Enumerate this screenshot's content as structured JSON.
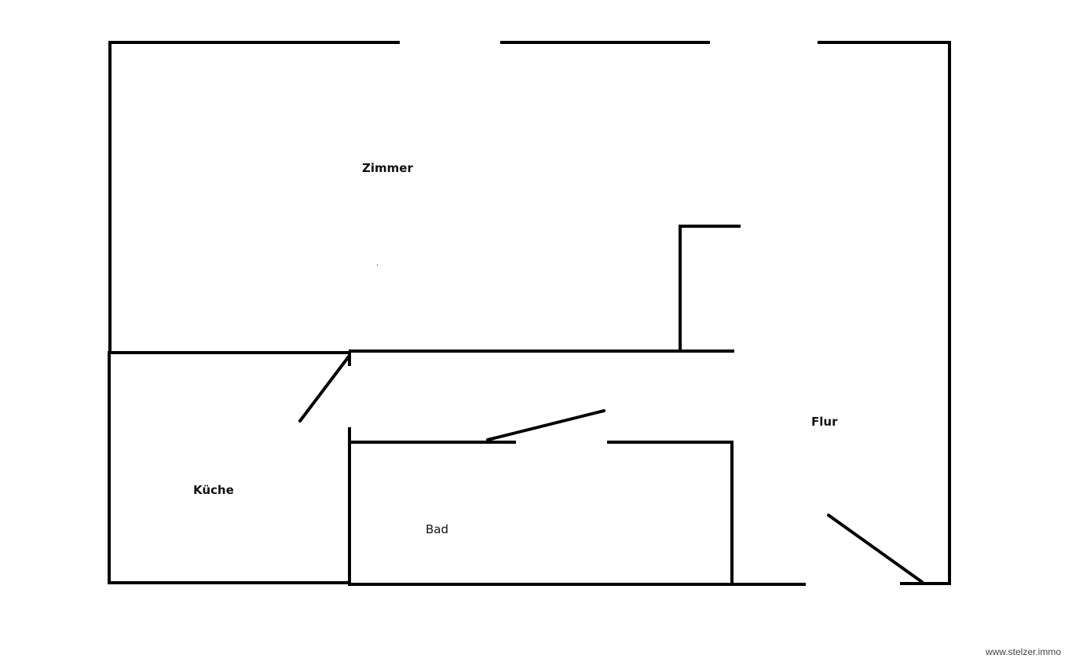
{
  "rooms": {
    "zimmer": "Zimmer",
    "kueche": "Küche",
    "bad": "Bad",
    "flur": "Flur"
  },
  "watermark": "www.stelzer.immo",
  "colors": {
    "wall": "#000000",
    "background": "#ffffff"
  }
}
